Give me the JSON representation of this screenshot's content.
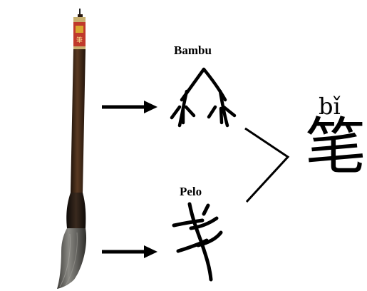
{
  "labels": {
    "bamboo": "Bambu",
    "hair": "Pelo"
  },
  "result": {
    "pinyin": "bǐ",
    "character": "笔"
  },
  "brush_stamp": "筆",
  "icons": {
    "brush": "calligraphy-brush-icon",
    "bamboo_glyph": "ancient-bamboo-glyph-icon",
    "hair_glyph": "ancient-hair-glyph-icon"
  },
  "colors": {
    "ink": "#000000",
    "brush_handle": "#3a2414",
    "brush_bristles": "#6a6a66",
    "stamp_red": "#c0392b",
    "stamp_gold": "#d9a62e",
    "background": "#ffffff"
  }
}
